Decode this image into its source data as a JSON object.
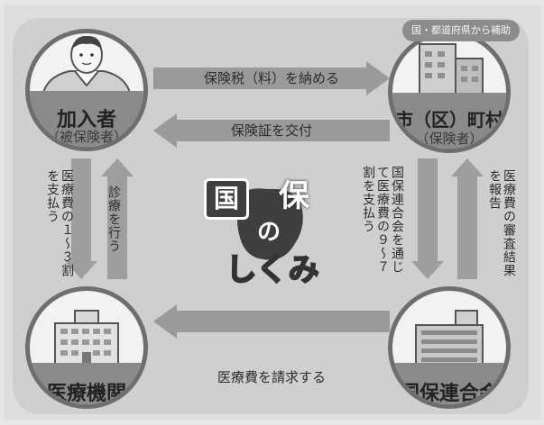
{
  "nodes": {
    "subscriber": {
      "label": "加入者",
      "sub": "（被保険者）"
    },
    "municipality": {
      "label": "市（区）町村",
      "sub": "（保険者）"
    },
    "medical": {
      "label": "医療機関"
    },
    "federation": {
      "label": "国保連合会"
    }
  },
  "badge": "国・都道府県から補助",
  "arrows": {
    "pay_tax": "保険税（料）を納める",
    "issue_card": "保険証を交付",
    "claim": "医療費を請求する",
    "copay": "医療費の１～３割を支払う",
    "treat": "診療を行う",
    "pay_through": "国保連合会を通じて医療費の９～７割を支払う",
    "report": "医療費の審査結果を報告"
  },
  "logo": {
    "line1_a": "国",
    "line1_b": "保",
    "line2": "の",
    "line3": "しくみ"
  },
  "colors": {
    "band": "#8a8a8a",
    "arrow": "#9a9a9a",
    "ring": "#6e6e6e"
  }
}
